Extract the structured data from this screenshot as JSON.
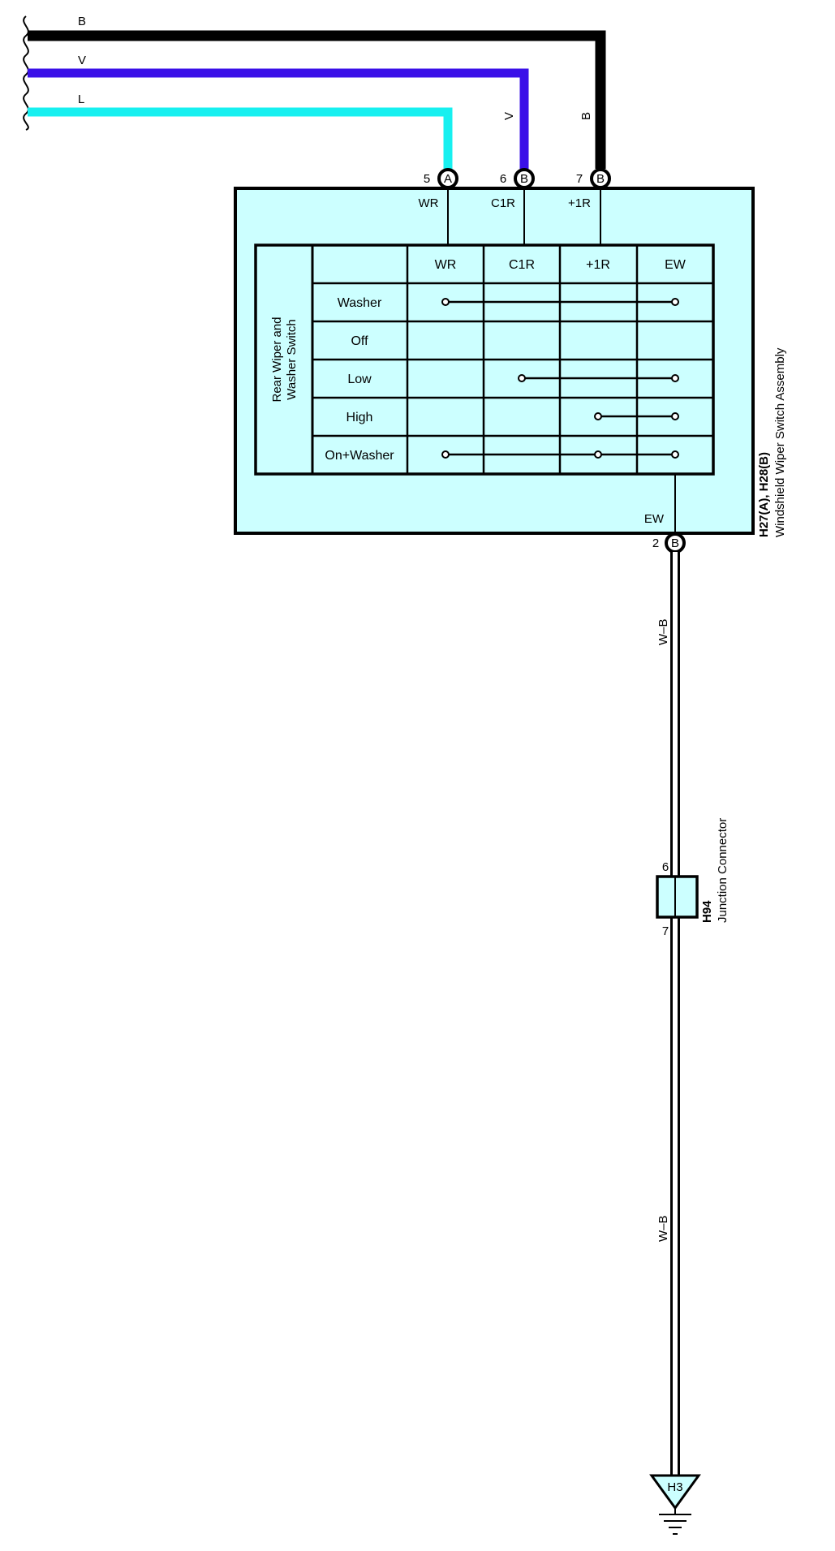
{
  "colors": {
    "wire_B": "#000000",
    "wire_V": "#3a10e8",
    "wire_L": "#17f0f0",
    "component_fill": "#ccffff",
    "outline": "#000000"
  },
  "wires": {
    "top": {
      "label": "B",
      "vertical_label": "B"
    },
    "middle": {
      "label": "V",
      "vertical_label": "V"
    },
    "bottom": {
      "label": "L"
    }
  },
  "connector_pins": [
    {
      "number": "5",
      "letter": "A",
      "terminal": "WR"
    },
    {
      "number": "6",
      "letter": "B",
      "terminal": "C1R"
    },
    {
      "number": "7",
      "letter": "B",
      "terminal": "+1R"
    }
  ],
  "switch": {
    "side_label_line1": "Rear Wiper and",
    "side_label_line2": "Washer Switch",
    "columns": [
      "WR",
      "C1R",
      "+1R",
      "EW"
    ],
    "rows": [
      {
        "label": "Washer",
        "connections": [
          0,
          3
        ]
      },
      {
        "label": "Off",
        "connections": []
      },
      {
        "label": "Low",
        "connections": [
          1,
          3
        ]
      },
      {
        "label": "High",
        "connections": [
          2,
          3
        ]
      },
      {
        "label": "On+Washer",
        "connections": [
          0,
          2,
          3
        ]
      }
    ]
  },
  "bottom_pin": {
    "number": "2",
    "letter": "B",
    "terminal": "EW"
  },
  "assembly": {
    "code": "H27(A), H28(B)",
    "name": "Windshield Wiper Switch Assembly"
  },
  "ground_wire": {
    "label_upper": "W–B",
    "label_lower": "W–B"
  },
  "junction": {
    "code": "H94",
    "name": "Junction Connector",
    "pin_top": "6",
    "pin_bottom": "7"
  },
  "ground": {
    "label": "H3"
  }
}
